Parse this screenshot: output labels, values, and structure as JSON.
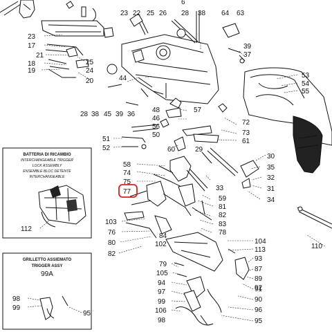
{
  "callouts": [
    {
      "id": "c1",
      "text": "23"
    },
    {
      "id": "c2",
      "text": "22"
    },
    {
      "id": "c3",
      "text": "25"
    },
    {
      "id": "c4",
      "text": "26"
    },
    {
      "id": "c5",
      "text": "6"
    },
    {
      "id": "c6",
      "text": "28"
    },
    {
      "id": "c7",
      "text": "38"
    },
    {
      "id": "c8",
      "text": "64"
    },
    {
      "id": "c9",
      "text": "63"
    },
    {
      "id": "c10",
      "text": "23"
    },
    {
      "id": "c11",
      "text": "17"
    },
    {
      "id": "c12",
      "text": "21"
    },
    {
      "id": "c13",
      "text": "18"
    },
    {
      "id": "c14",
      "text": "19"
    },
    {
      "id": "c15",
      "text": "25"
    },
    {
      "id": "c16",
      "text": "24"
    },
    {
      "id": "c17",
      "text": "20"
    },
    {
      "id": "c18",
      "text": "39"
    },
    {
      "id": "c19",
      "text": "37"
    },
    {
      "id": "c20",
      "text": "53"
    },
    {
      "id": "c21",
      "text": "54"
    },
    {
      "id": "c22",
      "text": "55"
    },
    {
      "id": "c23",
      "text": "44"
    },
    {
      "id": "c24",
      "text": "28"
    },
    {
      "id": "c25",
      "text": "38"
    },
    {
      "id": "c26",
      "text": "45"
    },
    {
      "id": "c27",
      "text": "39"
    },
    {
      "id": "c28",
      "text": "36"
    },
    {
      "id": "c29",
      "text": "48"
    },
    {
      "id": "c30",
      "text": "57"
    },
    {
      "id": "c31",
      "text": "46"
    },
    {
      "id": "c32",
      "text": "56"
    },
    {
      "id": "c33",
      "text": "72"
    },
    {
      "id": "c34",
      "text": "50"
    },
    {
      "id": "c35",
      "text": "73"
    },
    {
      "id": "c36",
      "text": "51"
    },
    {
      "id": "c37",
      "text": "52"
    },
    {
      "id": "c38",
      "text": "60"
    },
    {
      "id": "c39",
      "text": "61"
    },
    {
      "id": "c40",
      "text": "29"
    },
    {
      "id": "c41",
      "text": "30"
    },
    {
      "id": "c42",
      "text": "58"
    },
    {
      "id": "c43",
      "text": "35"
    },
    {
      "id": "c44",
      "text": "74"
    },
    {
      "id": "c45",
      "text": "32"
    },
    {
      "id": "c46",
      "text": "75"
    },
    {
      "id": "c47",
      "text": "31"
    },
    {
      "id": "c48",
      "text": "77"
    },
    {
      "id": "c49",
      "text": "33"
    },
    {
      "id": "c50",
      "text": "34"
    },
    {
      "id": "c51",
      "text": "59"
    },
    {
      "id": "c52",
      "text": "81"
    },
    {
      "id": "c53",
      "text": "82"
    },
    {
      "id": "c54",
      "text": "103"
    },
    {
      "id": "c55",
      "text": "83"
    },
    {
      "id": "c56",
      "text": "76"
    },
    {
      "id": "c57",
      "text": "78"
    },
    {
      "id": "c58",
      "text": "84"
    },
    {
      "id": "c59",
      "text": "80"
    },
    {
      "id": "c60",
      "text": "102"
    },
    {
      "id": "c61",
      "text": "82"
    },
    {
      "id": "c62",
      "text": "112"
    },
    {
      "id": "c63",
      "text": "104"
    },
    {
      "id": "c64",
      "text": "113"
    },
    {
      "id": "c65",
      "text": "110"
    },
    {
      "id": "c66",
      "text": "93"
    },
    {
      "id": "c67",
      "text": "79"
    },
    {
      "id": "c68",
      "text": "87"
    },
    {
      "id": "c69",
      "text": "105"
    },
    {
      "id": "c70",
      "text": "89"
    },
    {
      "id": "c71",
      "text": "91"
    },
    {
      "id": "c72",
      "text": "94"
    },
    {
      "id": "c73",
      "text": "92"
    },
    {
      "id": "c74",
      "text": "97"
    },
    {
      "id": "c75",
      "text": "90"
    },
    {
      "id": "c76",
      "text": "99"
    },
    {
      "id": "c77",
      "text": "96"
    },
    {
      "id": "c78",
      "text": "106"
    },
    {
      "id": "c79",
      "text": "98"
    },
    {
      "id": "c80",
      "text": "95"
    },
    {
      "id": "c81",
      "text": "98"
    },
    {
      "id": "c82",
      "text": "99"
    },
    {
      "id": "c83",
      "text": "95"
    }
  ],
  "trigger_box": {
    "title_it": "BATTERIA DI RICAMBIO",
    "title_en1": "INTERCHANGEABLE TRIGGER",
    "title_en2": "LOCK ASSEMBLY",
    "title_fr1": "ENSEMBLE BLOC DETENTE",
    "title_fr2": "INTERCHANGEABLE",
    "part_no": "112"
  },
  "trigger_assy_box": {
    "title_it": "GRILLETTO ASSIEMATO",
    "title_en": "TRIGGER ASSY",
    "part_no": "99A"
  },
  "highlight": {
    "text": "77",
    "color": "#d42020"
  }
}
